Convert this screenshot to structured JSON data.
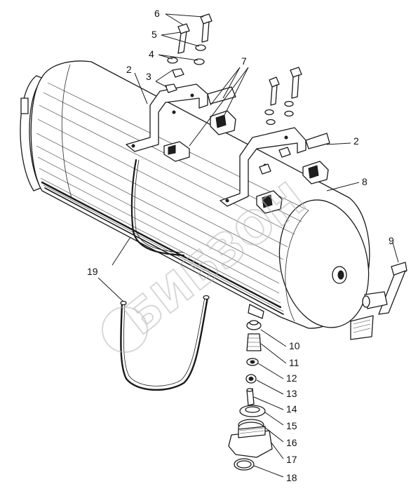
{
  "diagram": {
    "callouts": [
      {
        "id": "c6",
        "label": "6"
      },
      {
        "id": "c5",
        "label": "5"
      },
      {
        "id": "c4",
        "label": "4"
      },
      {
        "id": "c7",
        "label": "7"
      },
      {
        "id": "c2a",
        "label": "2"
      },
      {
        "id": "c3",
        "label": "3"
      },
      {
        "id": "c2b",
        "label": "2"
      },
      {
        "id": "c8",
        "label": "8"
      },
      {
        "id": "c9",
        "label": "9"
      },
      {
        "id": "c19",
        "label": "19"
      },
      {
        "id": "c10",
        "label": "10"
      },
      {
        "id": "c11",
        "label": "11"
      },
      {
        "id": "c12",
        "label": "12"
      },
      {
        "id": "c13",
        "label": "13"
      },
      {
        "id": "c14",
        "label": "14"
      },
      {
        "id": "c15",
        "label": "15"
      },
      {
        "id": "c16",
        "label": "16"
      },
      {
        "id": "c17",
        "label": "17"
      },
      {
        "id": "c18",
        "label": "18"
      }
    ]
  },
  "watermark": {
    "text": "БИБЗОН",
    "color": "#b8b8b8"
  },
  "colors": {
    "ink": "#1a1a1a",
    "paper": "#ffffff"
  }
}
